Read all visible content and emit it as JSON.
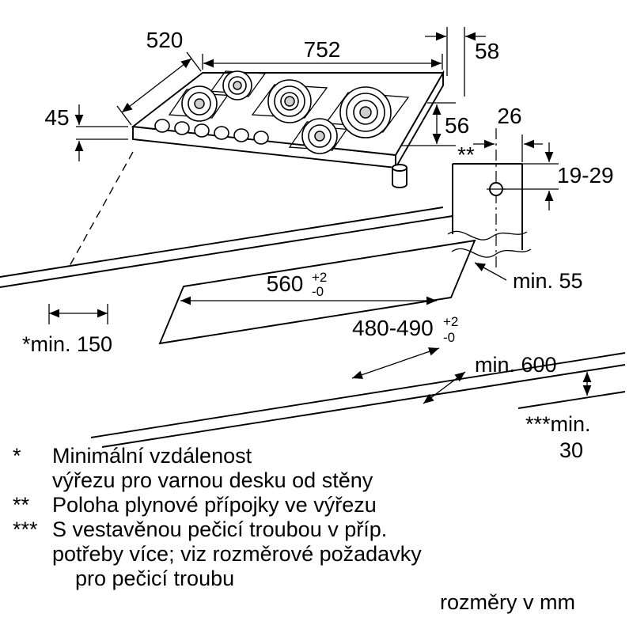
{
  "dimensions": {
    "width": "752",
    "depth": "520",
    "height": "45",
    "side_offset": "58",
    "body_height": "56",
    "gas_offset": "26",
    "gas_marker": "**",
    "gas_depth": "19-29",
    "min_side_clearance": "min. 55",
    "cutout_width": "560",
    "cutout_width_tol_plus": "+2",
    "cutout_width_tol_minus": "-0",
    "cutout_depth": "480-490",
    "cutout_depth_tol_plus": "+2",
    "cutout_depth_tol_minus": "-0",
    "min_wall_distance": "*min. 150",
    "min_worktop_depth": "min. 600",
    "min_oven_label": "***min.",
    "min_oven_value": "30"
  },
  "footnotes": {
    "f1_marker": "*",
    "f1_line1": "Minimální vzdálenost",
    "f1_line2": "výřezu pro varnou desku od stěny",
    "f2_marker": "**",
    "f2_line1": "Poloha plynové přípojky ve výřezu",
    "f3_marker": "***",
    "f3_line1": "S vestavěnou pečicí troubou v příp.",
    "f3_line2": "potřeby více; viz rozměrové požadavky",
    "f3_line3": "pro pečicí troubu"
  },
  "units_note": "rozměry v mm"
}
